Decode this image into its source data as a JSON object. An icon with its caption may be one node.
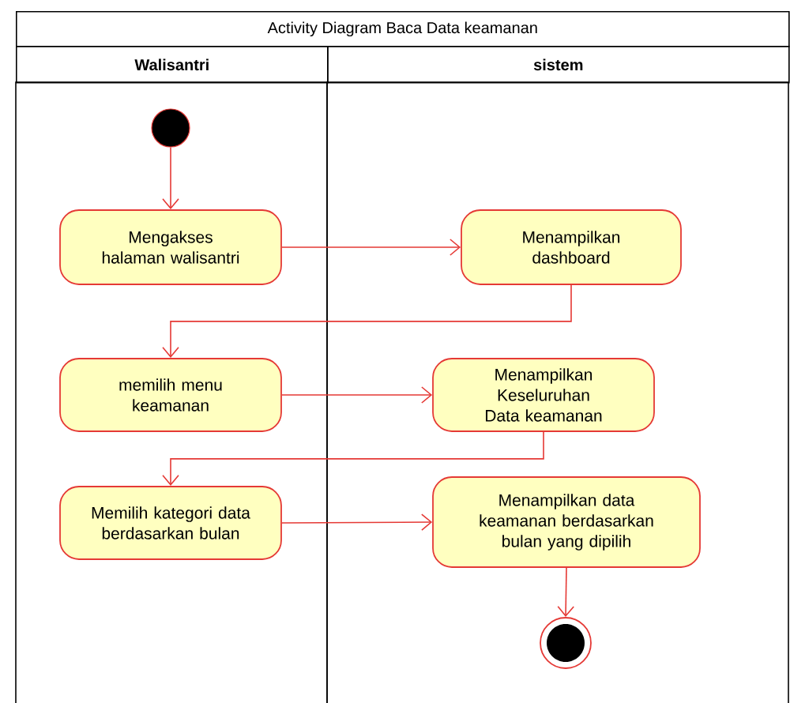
{
  "diagram": {
    "title": "Activity Diagram Baca Data keamanan",
    "nodes": [
      {
        "text": [
          "Walisantri"
        ]
      },
      {
        "text": [
          "sistem"
        ]
      },
      {
        "text": [],
        "shape": "circle",
        "in": 0
      },
      {
        "text": [
          "Mengakses halaman walisantri"
        ],
        "in": 0
      },
      {
        "text": [
          "Menampilkan dashboard"
        ],
        "in": 1
      },
      {
        "text": [
          "memilih menu keamanan"
        ],
        "in": 0
      },
      {
        "text": [
          "Menampilkan Keseluruhan Data keamanan"
        ],
        "in": 1
      },
      {
        "text": [
          "Memilih kategori data berdasarkan bulan"
        ],
        "in": 0
      },
      {
        "text": [
          "Menampilkan data keamanan berdasarkan bulan yang dipilih"
        ],
        "in": 1
      },
      {
        "text": [],
        "shape": "bullseye",
        "in": 1
      }
    ],
    "edges": [
      {
        "from": 2,
        "to": 3,
        "arrow": "to"
      },
      {
        "from": 3,
        "to": 4,
        "arrow": "to"
      },
      {
        "from": 4,
        "to": 5,
        "arrow": "to"
      },
      {
        "from": 5,
        "to": 6,
        "arrow": "to"
      },
      {
        "from": 6,
        "to": 7,
        "arrow": "to"
      },
      {
        "from": 7,
        "to": 8,
        "arrow": "to"
      },
      {
        "from": 8,
        "to": 9,
        "arrow": "to"
      }
    ]
  }
}
